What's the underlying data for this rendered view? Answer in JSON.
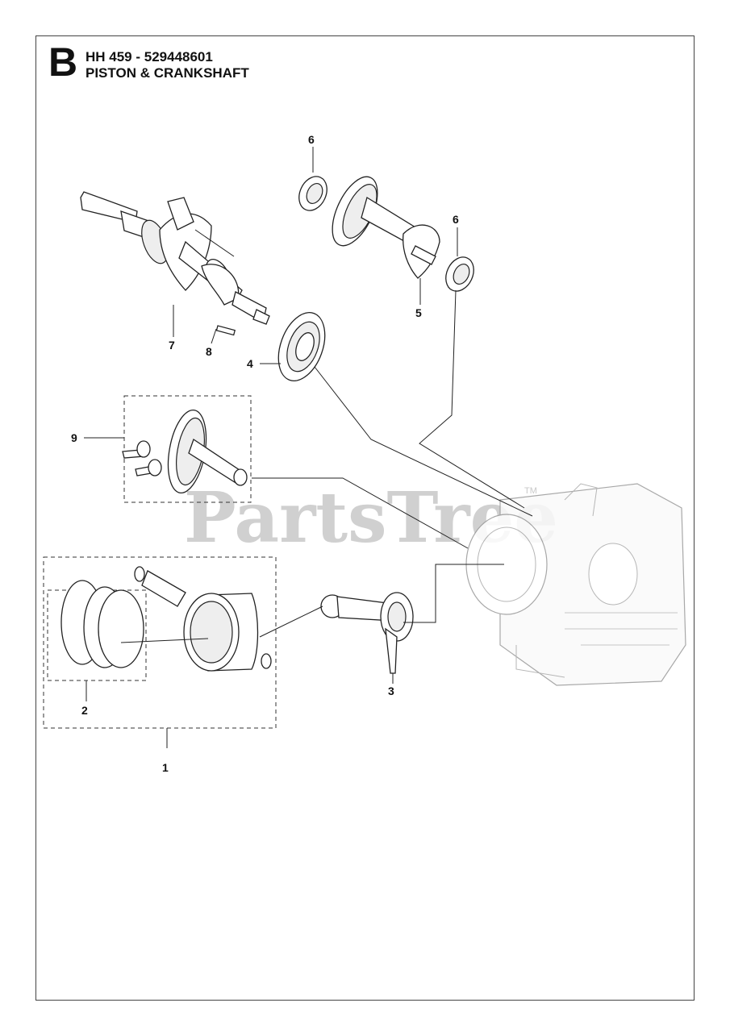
{
  "header": {
    "section_letter": "B",
    "model_line": "HH 459 - 529448601",
    "section_title": "PISTON & CRANKSHAFT"
  },
  "watermark": {
    "text": "PartsTree",
    "trademark": "TM"
  },
  "callouts": {
    "c1": "1",
    "c2": "2",
    "c3": "3",
    "c4": "4",
    "c5": "5",
    "c6a": "6",
    "c6b": "6",
    "c7": "7",
    "c8": "8",
    "c9": "9"
  },
  "colors": {
    "line": "#222222",
    "watermark": "#d0d0d0",
    "background": "#ffffff"
  }
}
